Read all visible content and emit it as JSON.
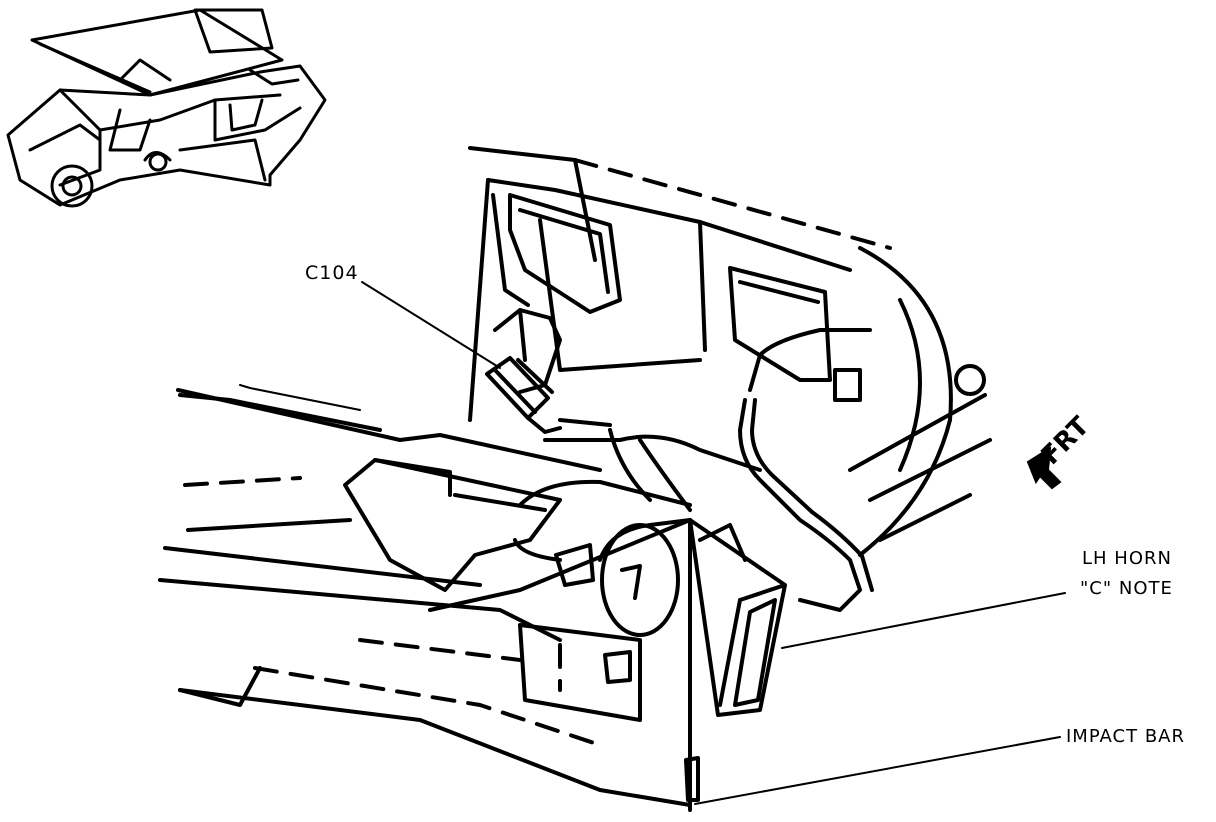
{
  "labels": {
    "connector": "C104",
    "direction": "FRT",
    "horn_line1": "LH HORN",
    "horn_line2": "\"C\" NOTE",
    "impact_bar": "IMPACT BAR"
  },
  "colors": {
    "ink": "#000000",
    "paper": "#ffffff"
  },
  "icons": {
    "locator": "car-locator-icon",
    "direction_arrow": "front-arrow-icon"
  }
}
